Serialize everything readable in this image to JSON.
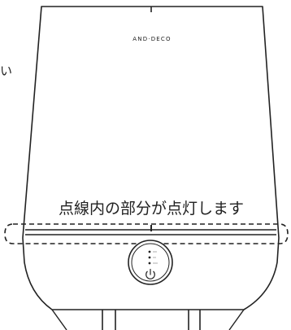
{
  "product": {
    "brand": "AND·DECO",
    "power_symbol": "⏻"
  },
  "caption": "点線内の部分が点灯します",
  "left_fragment": "い",
  "colors": {
    "stroke": "#222222",
    "background": "#ffffff"
  }
}
